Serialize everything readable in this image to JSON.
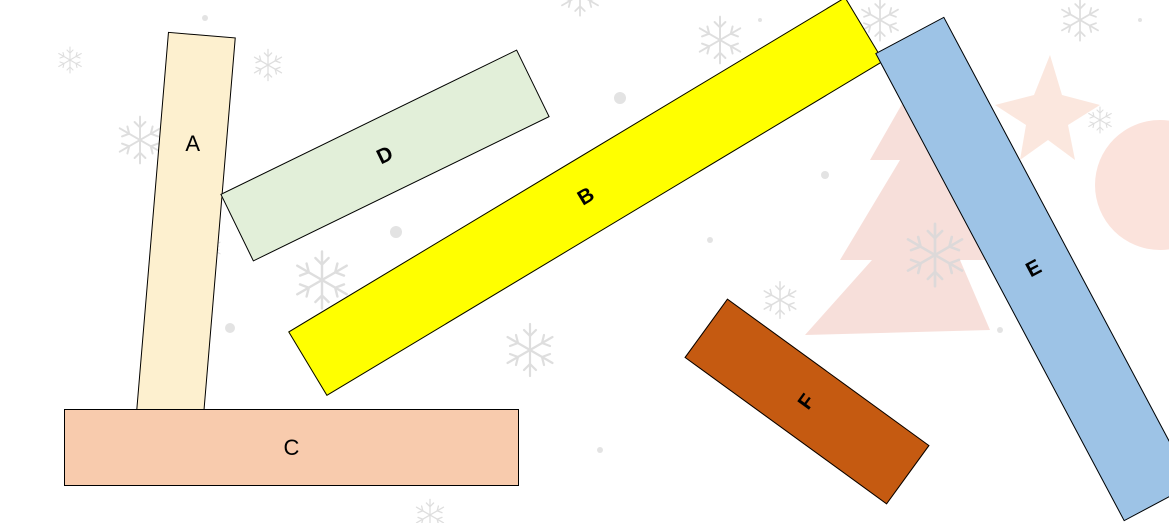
{
  "bars": {
    "a": {
      "label": "A",
      "color": "#fdf0cf"
    },
    "b": {
      "label": "B",
      "color": "#ffff00"
    },
    "c": {
      "label": "C",
      "color": "#f8cbad"
    },
    "d": {
      "label": "D",
      "color": "#e2efd9"
    },
    "e": {
      "label": "E",
      "color": "#9dc3e6"
    },
    "f": {
      "label": "F",
      "color": "#c55a11"
    }
  },
  "background": {
    "icons": [
      "snowflake-icon",
      "christmas-tree-icon",
      "star-ornament-icon",
      "ball-ornament-icon"
    ],
    "colors": {
      "snowflake": "#d9d9d9",
      "tree": "#f6dcd6",
      "ornament": "#fbe0d8"
    }
  }
}
